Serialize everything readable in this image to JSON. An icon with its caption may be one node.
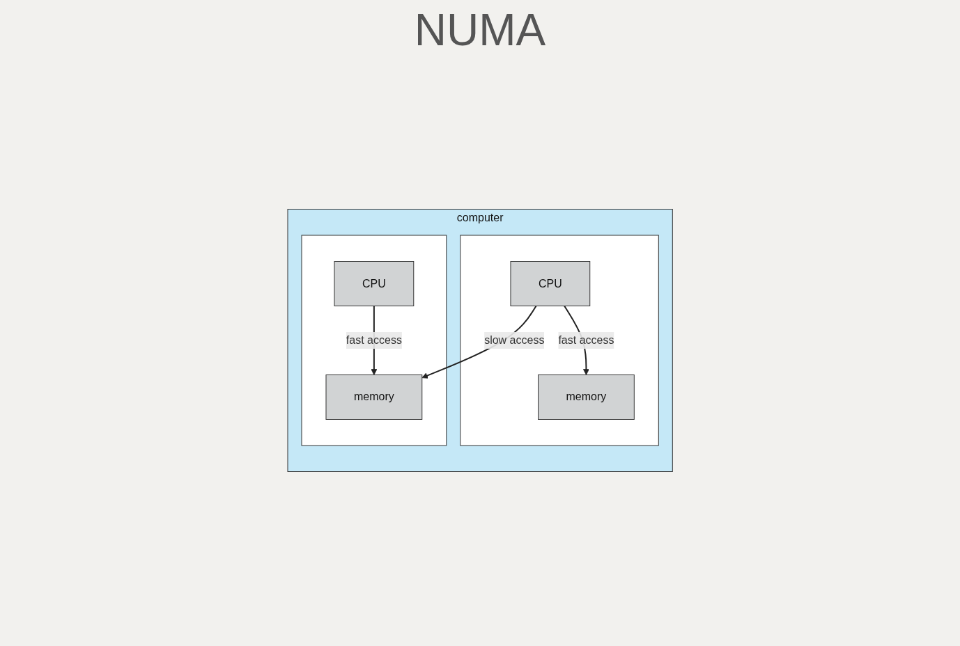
{
  "diagram": {
    "title": "NUMA",
    "nodes": [
      {
        "text": [
          "computer"
        ]
      },
      {
        "text": [],
        "shape": "box",
        "in": 0
      },
      {
        "text": [
          "CPU"
        ],
        "in": 1
      },
      {
        "text": [
          "memory"
        ],
        "in": 1
      },
      {
        "text": [],
        "shape": "box",
        "in": 0
      },
      {
        "text": [
          "CPU"
        ],
        "in": 4
      },
      {
        "text": [
          "memory"
        ],
        "in": 4
      }
    ],
    "edges": [
      {
        "from": 2,
        "to": 3,
        "arrow": "to",
        "label": "fast access"
      },
      {
        "from": 2,
        "to": 6,
        "arrow": "to",
        "label": "slow access"
      },
      {
        "from": 5,
        "to": 6,
        "arrow": "to",
        "label": "fast access"
      }
    ]
  }
}
